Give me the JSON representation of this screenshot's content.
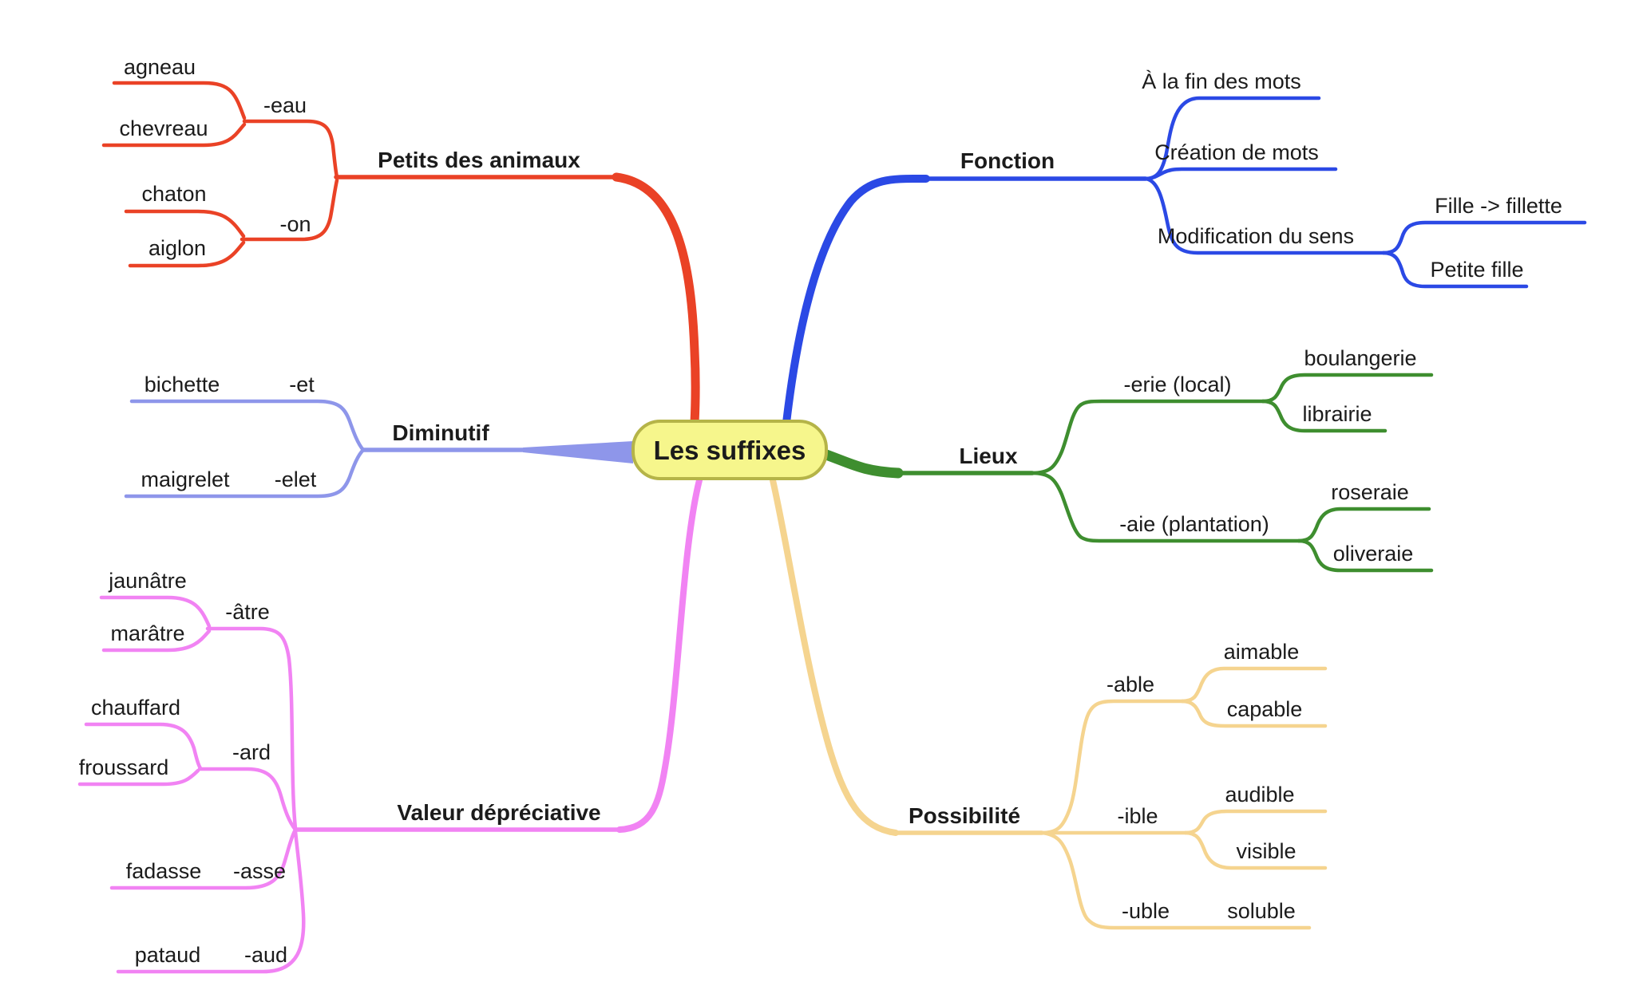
{
  "node": {
    "label": "Les suffixes",
    "fill": "#f6f68c",
    "border": "#b5b448"
  },
  "branches": [
    {
      "id": "petits-des-animaux",
      "label": "Petits des animaux",
      "color": "#ea4226",
      "children": [
        {
          "label": "-eau",
          "children": [
            {
              "label": "agneau"
            },
            {
              "label": "chevreau"
            }
          ]
        },
        {
          "label": "-on",
          "children": [
            {
              "label": "chaton"
            },
            {
              "label": "aiglon"
            }
          ]
        }
      ]
    },
    {
      "id": "fonction",
      "label": "Fonction",
      "color": "#2b49e5",
      "children": [
        {
          "label": "À la fin des mots"
        },
        {
          "label": "Création de mots"
        },
        {
          "label": "Modification du sens",
          "children": [
            {
              "label": "Fille -> fillette"
            },
            {
              "label": "Petite fille"
            }
          ]
        }
      ]
    },
    {
      "id": "diminutif",
      "label": "Diminutif",
      "color": "#8e96ea",
      "children": [
        {
          "label": "-et",
          "children": [
            {
              "label": "bichette"
            }
          ]
        },
        {
          "label": "-elet",
          "children": [
            {
              "label": "maigrelet"
            }
          ]
        }
      ]
    },
    {
      "id": "lieux",
      "label": "Lieux",
      "color": "#3e8e2f",
      "children": [
        {
          "label": "-erie (local)",
          "children": [
            {
              "label": "boulangerie"
            },
            {
              "label": "librairie"
            }
          ]
        },
        {
          "label": "-aie (plantation)",
          "children": [
            {
              "label": "roseraie"
            },
            {
              "label": "oliveraie"
            }
          ]
        }
      ]
    },
    {
      "id": "valeur-depreciative",
      "label": "Valeur dépréciative",
      "color": "#f183f3",
      "children": [
        {
          "label": "-âtre",
          "children": [
            {
              "label": "jaunâtre"
            },
            {
              "label": "marâtre"
            }
          ]
        },
        {
          "label": "-ard",
          "children": [
            {
              "label": "chauffard"
            },
            {
              "label": "froussard"
            }
          ]
        },
        {
          "label": "-asse",
          "children": [
            {
              "label": "fadasse"
            }
          ]
        },
        {
          "label": "-aud",
          "children": [
            {
              "label": "pataud"
            }
          ]
        }
      ]
    },
    {
      "id": "possibilite",
      "label": "Possibilité",
      "color": "#f5d48f",
      "children": [
        {
          "label": "-able",
          "children": [
            {
              "label": "aimable"
            },
            {
              "label": "capable"
            }
          ]
        },
        {
          "label": "-ible",
          "children": [
            {
              "label": "audible"
            },
            {
              "label": "visible"
            }
          ]
        },
        {
          "label": "-uble",
          "children": [
            {
              "label": "soluble"
            }
          ]
        }
      ]
    }
  ]
}
